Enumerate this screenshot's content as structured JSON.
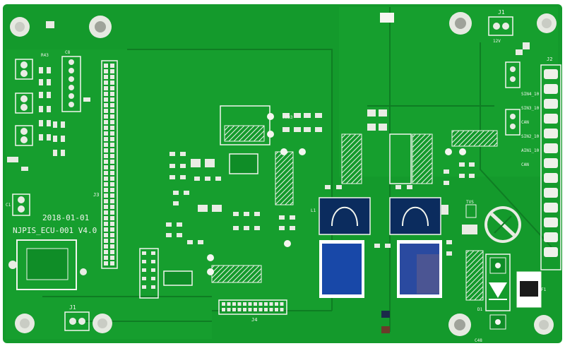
{
  "board": {
    "name": "NJPIS_ECU-001 V4.0",
    "date": "2018-01-01",
    "colors": {
      "solder_mask": "#149a2c",
      "solder_mask_dark": "#0e7a22",
      "copper_pour": "#19a934",
      "silkscreen": "#f2f5ee",
      "pad": "#e9ece4",
      "inductor": "#0f3a7a",
      "background": "#ffffff"
    },
    "labels": {
      "j1_top": "J1",
      "j1_bottom": "J1",
      "j2": "J2",
      "j3": "J3",
      "j4": "J4",
      "d1": "D1",
      "l1": "L1",
      "r43": "R43",
      "c8": "C8",
      "c1": "C1",
      "f1": "F1",
      "c48": "C48",
      "tvs": "TVS",
      "led3": "LED3",
      "v12": "12V",
      "tx_labels": [
        "SIN4_10",
        "SIN3_10",
        "CAN",
        "SIN2_10",
        "AIN1_10",
        "CAN"
      ]
    },
    "icons": [
      "mounting-hole-icon",
      "pin-header-icon",
      "electrolytic-capacitor-icon",
      "power-inductor-icon",
      "diode-icon"
    ]
  }
}
